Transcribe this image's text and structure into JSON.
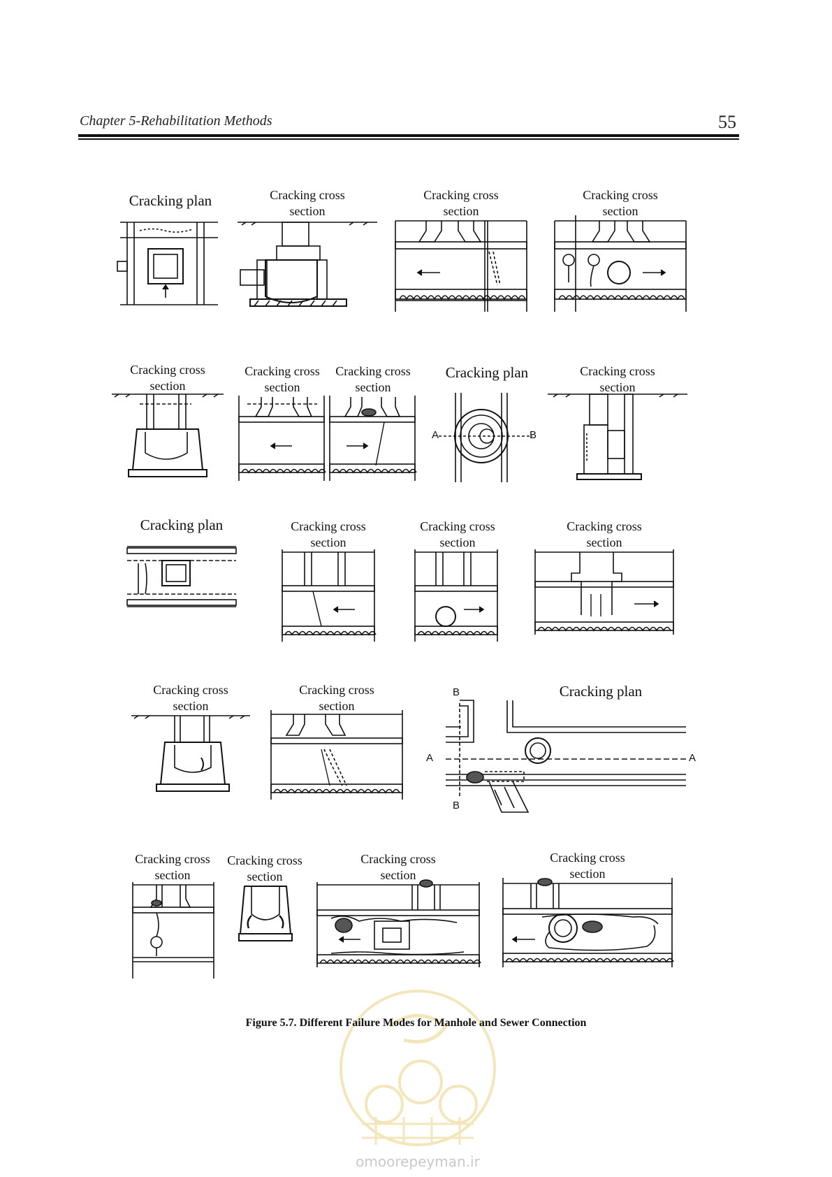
{
  "header": {
    "chapter_title": "Chapter 5-Rehabilitation Methods",
    "page_number": "55"
  },
  "figures": [
    {
      "id": "p1",
      "label": "Cracking plan",
      "kind": "plan"
    },
    {
      "id": "p2",
      "label": "Cracking cross\nsection",
      "kind": "section"
    },
    {
      "id": "p3",
      "label": "Cracking cross\nsection",
      "kind": "section"
    },
    {
      "id": "p4",
      "label": "Cracking cross\nsection",
      "kind": "section"
    },
    {
      "id": "p5",
      "label": "Cracking cross\nsection",
      "kind": "section"
    },
    {
      "id": "p6",
      "label": "Cracking cross\nsection",
      "kind": "section"
    },
    {
      "id": "p7",
      "label": "Cracking cross\nsection",
      "kind": "section"
    },
    {
      "id": "p8",
      "label": "Cracking plan",
      "kind": "plan"
    },
    {
      "id": "p9",
      "label": "Cracking cross\nsection",
      "kind": "section"
    },
    {
      "id": "p10",
      "label": "Cracking plan",
      "kind": "plan"
    },
    {
      "id": "p11",
      "label": "Cracking cross\nsection",
      "kind": "section"
    },
    {
      "id": "p12",
      "label": "Cracking cross\nsection",
      "kind": "section"
    },
    {
      "id": "p13",
      "label": "Cracking cross\nsection",
      "kind": "section"
    },
    {
      "id": "p14",
      "label": "Cracking cross\nsection",
      "kind": "section"
    },
    {
      "id": "p15",
      "label": "Cracking cross\nsection",
      "kind": "section"
    },
    {
      "id": "p16",
      "label": "Cracking plan",
      "kind": "plan"
    },
    {
      "id": "p17",
      "label": "Cracking cross\nsection",
      "kind": "section"
    },
    {
      "id": "p18",
      "label": "Cracking cross\nsection",
      "kind": "section"
    },
    {
      "id": "p19",
      "label": "Cracking cross\nsection",
      "kind": "section"
    },
    {
      "id": "p20",
      "label": "Cracking cross\nsection",
      "kind": "section"
    }
  ],
  "diagram_marks": {
    "section_a_left": "A",
    "section_b_right": "B",
    "plan_a_left": "A",
    "plan_a_right": "A",
    "plan_b_top": "B",
    "plan_b_bottom": "B"
  },
  "caption": "Figure 5.7. Different Failure Modes for Manhole and Sewer Connection",
  "watermark": {
    "site": "omoorepeyman.ir"
  },
  "colors": {
    "ink": "#111111",
    "watermark": "#e8c96a"
  }
}
